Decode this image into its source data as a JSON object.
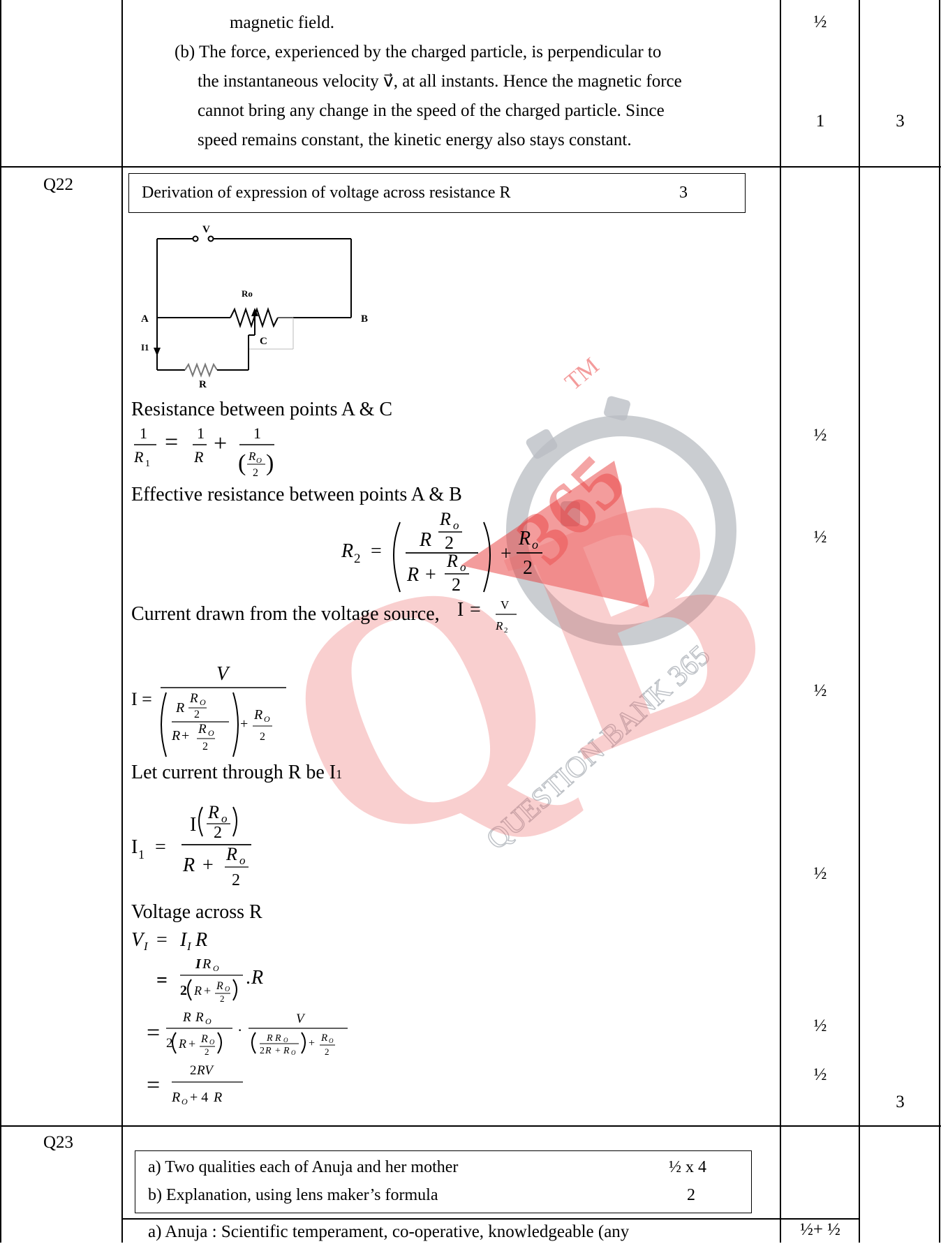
{
  "top": {
    "line_a": "magnetic field.",
    "mark_a": "½",
    "b_lines": [
      "(b) The force, experienced by the charged particle, is perpendicular to",
      "the instantaneous velocity v⃗, at all instants. Hence the magnetic force",
      "cannot bring any change in the speed of the charged particle. Since",
      "speed remains constant, the kinetic energy also stays constant."
    ],
    "mark_b": "1",
    "total": "3"
  },
  "q22": {
    "label": "Q22",
    "box_text": "Derivation of expression of voltage across resistance R",
    "box_mark": "3",
    "circuit": {
      "v": "V",
      "ro": "Ro",
      "a": "A",
      "b": "B",
      "c": "C",
      "i1": "I1",
      "r": "R"
    },
    "resistance_ac": "Resistance between points A & C",
    "effective_ab": "Effective resistance between points A & B",
    "current_drawn": "Current drawn from the voltage source,",
    "let_current": "Let current through R be I",
    "voltage_across": "Voltage across R",
    "marks": [
      "½",
      "½",
      "½",
      "½",
      "½",
      "½"
    ],
    "total": "3"
  },
  "q23": {
    "label": "Q23",
    "box_items": [
      {
        "text": "a)   Two qualities each of Anuja and her mother",
        "mark": "½ x 4"
      },
      {
        "text": "b)   Explanation, using lens maker’s formula",
        "mark": "2"
      }
    ],
    "answer_a": "a)   Anuja : Scientific temperament, co-operative, knowledgeable (any",
    "answer_mark": "½+ ½"
  },
  "watermark": {
    "tm": "TM",
    "logo": "365",
    "brand": "QUESTION BANK 365",
    "qb": "QB"
  }
}
